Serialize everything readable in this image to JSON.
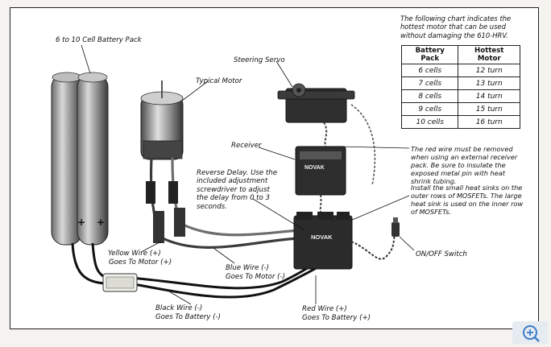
{
  "labels": {
    "battery_pack": "6 to 10 Cell Battery Pack",
    "typical_motor": "Typical Motor",
    "steering_servo": "Steering Servo",
    "receiver": "Receiver",
    "reverse_delay": "Reverse Delay. Use the included adjustment screwdriver to adjust the delay from 0 to 3 seconds.",
    "red_wire_note": "The red wire must be removed when using an external receiver pack. Be sure to insulate the exposed metal pin with heat shrink tubing.",
    "heat_sink_note": "Install the small heat sinks on the outer rows of MOSFETs. The large heat sink is used on the inner row of MOSFETs.",
    "on_off_switch": "ON/OFF Switch",
    "yellow_wire_1": "Yellow Wire (+)",
    "yellow_wire_2": "Goes To Motor (+)",
    "blue_wire_1": "Blue Wire (-)",
    "blue_wire_2": "Goes To Motor (-)",
    "black_wire_1": "Black Wire (-)",
    "black_wire_2": "Goes To Battery (-)",
    "red_wire_1": "Red Wire (+)",
    "red_wire_2": "Goes To Battery (+)",
    "receiver_brand": "NOVAK",
    "esc_brand": "NOVAK",
    "battery_plus": "+",
    "battery_minus": "+"
  },
  "chart": {
    "intro": "The following chart indicates the hottest motor that can be used without damaging the 610-HRV.",
    "headers": [
      "Battery Pack",
      "Hottest Motor"
    ],
    "rows": [
      [
        "6 cells",
        "12 turn"
      ],
      [
        "7 cells",
        "13 turn"
      ],
      [
        "8 cells",
        "14 turn"
      ],
      [
        "9 cells",
        "15 turn"
      ],
      [
        "10 cells",
        "16 turn"
      ]
    ]
  },
  "icons": {
    "zoom": "zoom-in-icon"
  }
}
